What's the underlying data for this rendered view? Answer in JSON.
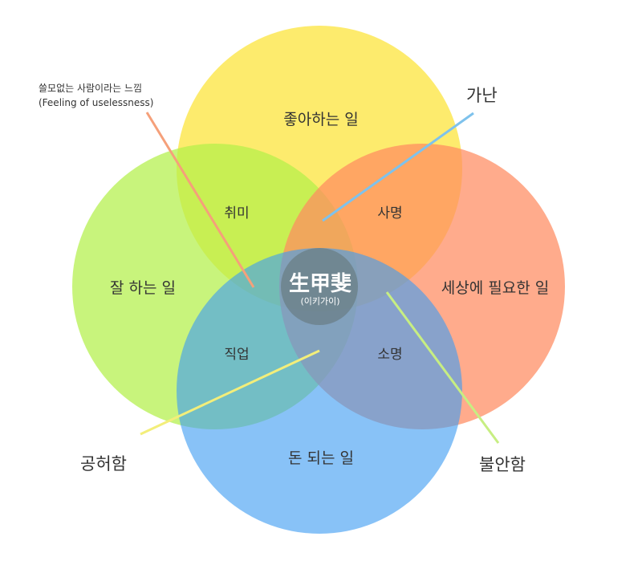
{
  "diagram": {
    "circles": {
      "love": "좋아하는 일",
      "good_at": "잘 하는 일",
      "world_needs": "세상에 필요한 일",
      "paid": "돈 되는 일"
    },
    "overlaps": {
      "hobby": "취미",
      "mission": "사명",
      "job": "직업",
      "vocation": "소명"
    },
    "center": {
      "title": "生甲斐",
      "reading": "(이키가이)"
    },
    "callouts": {
      "uselessness_ko": "쓸모없는 사람이라는 느낌",
      "uselessness_en": "(Feeling of uselessness)",
      "poverty": "가난",
      "emptiness": "공허함",
      "anxiety": "불안함"
    },
    "colors": {
      "love": "#fce64d",
      "good_at": "#b3f04a",
      "world_needs": "#ff8a60",
      "paid": "#4fa8f5",
      "line_uselessness": "#f5a07a",
      "line_poverty": "#7ec2ec",
      "line_emptiness": "#f3ee7a",
      "line_anxiety": "#c7ee82"
    }
  }
}
